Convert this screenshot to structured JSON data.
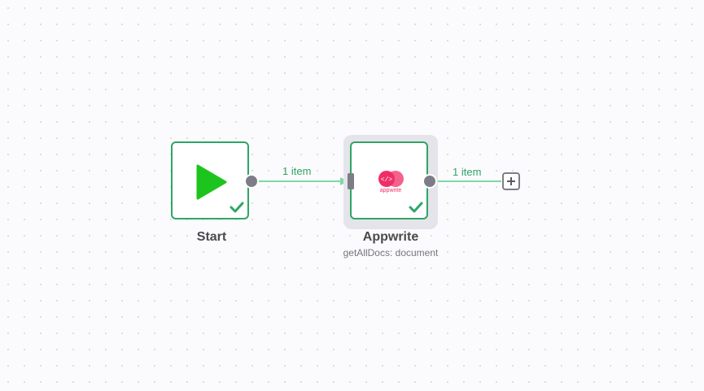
{
  "nodes": {
    "start": {
      "title": "Start",
      "status": "success"
    },
    "appwrite": {
      "title": "Appwrite",
      "subtitle": "getAllDocs: document",
      "logo_text": "appwrite",
      "status": "success",
      "selected": true
    }
  },
  "edges": [
    {
      "from": "Start",
      "to": "Appwrite",
      "label": "1 item"
    },
    {
      "from": "Appwrite",
      "to": "",
      "label": "1 item"
    }
  ],
  "colors": {
    "success": "#2fa565",
    "handle": "#7d7d87",
    "edge": "#7ed9a4",
    "play": "#1ec41e",
    "appwrite_brand": "#f02e65"
  },
  "icons": {
    "start": "play-icon",
    "appwrite": "appwrite-logo-icon",
    "status": "check-icon",
    "add": "plus-icon"
  }
}
